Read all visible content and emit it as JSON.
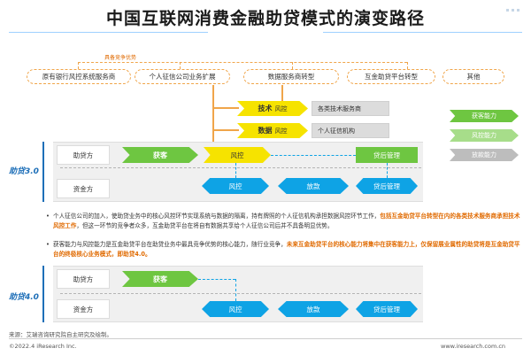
{
  "title": "中国互联网消费金融助贷模式的演变路径",
  "advantage_label": "具备竞争优势",
  "top_row": [
    "原有银行风控系统服务商",
    "个人征信公司业务扩展",
    "数据服务商转型",
    "互金助贷平台转型",
    "其他"
  ],
  "capabilities": [
    {
      "name": "技术",
      "suffix": "风控",
      "target": "各类技术服务商"
    },
    {
      "name": "数据",
      "suffix": "风控",
      "target": "个人征信机构"
    }
  ],
  "legend": [
    "获客能力",
    "风控能力",
    "放款能力"
  ],
  "stage30": {
    "label": "助贷3.0",
    "rows": [
      "助贷方",
      "资金方"
    ],
    "help_flow": [
      "获客",
      "风控",
      "贷后管理"
    ],
    "fund_flow": [
      "风控",
      "放款",
      "贷后管理"
    ]
  },
  "paragraphs": [
    {
      "parts": [
        {
          "text": "个人征信公司的加入，使助贷业务中的核心风控环节实现系统与数据的隔离，持有牌照的个人征信机构承担数据风控环节工作，",
          "hl": false
        },
        {
          "text": "包括互金助贷平台转型在内的各类技术服务商承担技术风控工作",
          "hl": true
        },
        {
          "text": "，但这一环节的竞争者众多，互金助贷平台在将自有数据共享给个人征信公司后并不具备明显优势。",
          "hl": false
        }
      ]
    },
    {
      "parts": [
        {
          "text": "获客能力与风控能力是互金助贷平台在助贷业务中最具竞争优势的核心能力，随行业竞争，",
          "hl": false
        },
        {
          "text": "未来互金助贷平台的核心能力将集中在获客能力上，仅保留展业属性的助贷将是互金助贷平台的终极核心业务模式，即助贷4.0。",
          "hl": true
        }
      ]
    }
  ],
  "stage40": {
    "label": "助贷4.0",
    "rows": [
      "助贷方",
      "资金方"
    ],
    "help_flow": [
      "获客"
    ],
    "fund_flow": [
      "风控",
      "放款",
      "贷后管理"
    ]
  },
  "footer": {
    "source": "来源：艾瑞咨询研究院自主研究及绘制。",
    "copyright": "©2022.4 iResearch Inc.",
    "url": "www.iresearch.com.cn"
  },
  "colors": {
    "green": "#6ec641",
    "blue": "#0ea3e5",
    "yellow": "#f6e300",
    "orange": "#e06a00",
    "accent_line": "#9fd1ff"
  }
}
